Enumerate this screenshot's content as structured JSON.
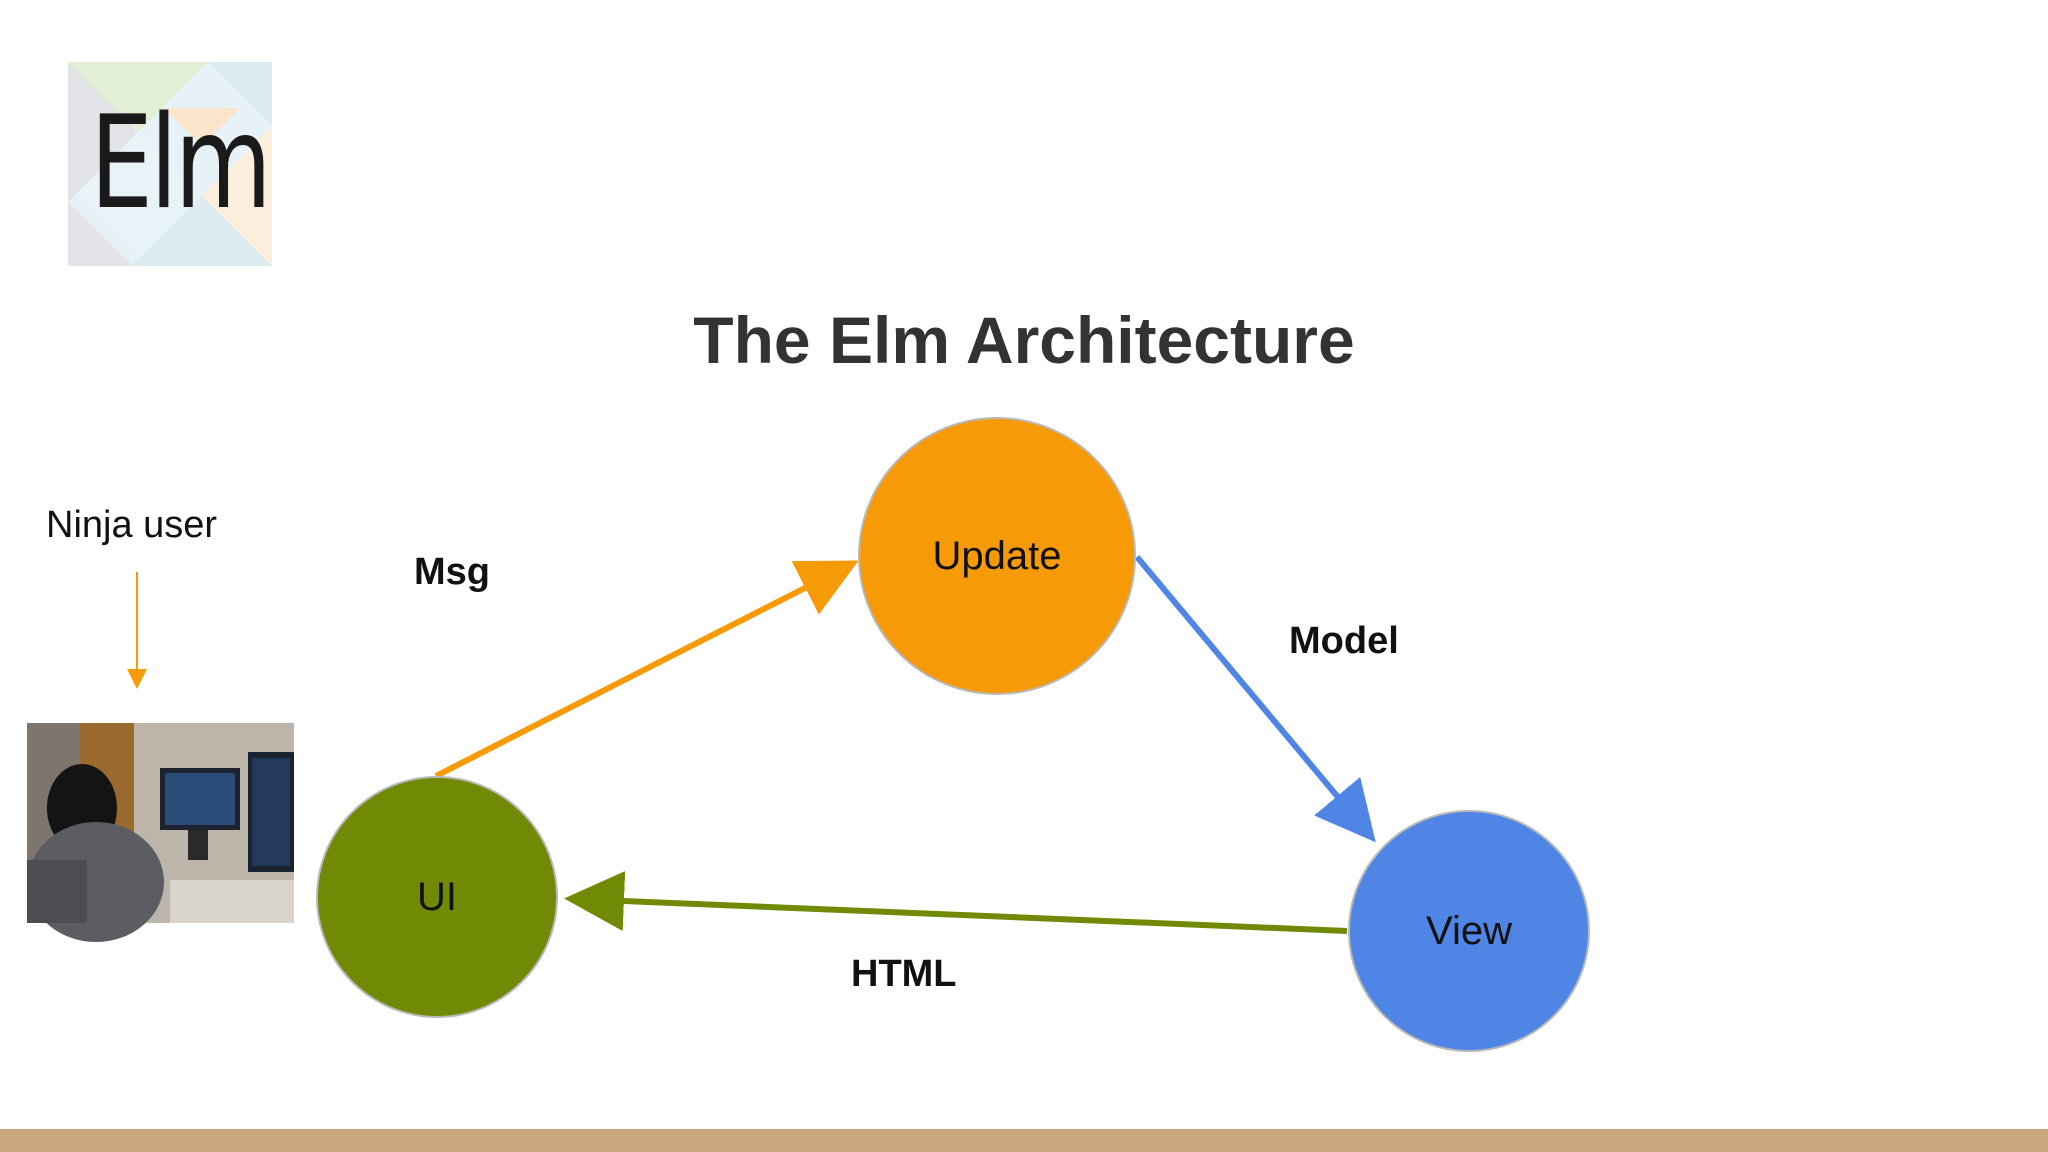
{
  "logo": {
    "text": "Elm"
  },
  "title": "The Elm Architecture",
  "nodes": {
    "update": {
      "label": "Update",
      "color": "#f79a07"
    },
    "view": {
      "label": "View",
      "color": "#4f86e6"
    },
    "ui": {
      "label": "UI",
      "color": "#718a05"
    }
  },
  "edges": {
    "msg": {
      "label": "Msg",
      "color": "#f79a07"
    },
    "model": {
      "label": "Model",
      "color": "#4f86e6"
    },
    "html": {
      "label": "HTML",
      "color": "#718a05"
    }
  },
  "ninja": {
    "label": "Ninja user",
    "arrow_color": "#f79a07"
  },
  "footer_color": "#c9a67b"
}
